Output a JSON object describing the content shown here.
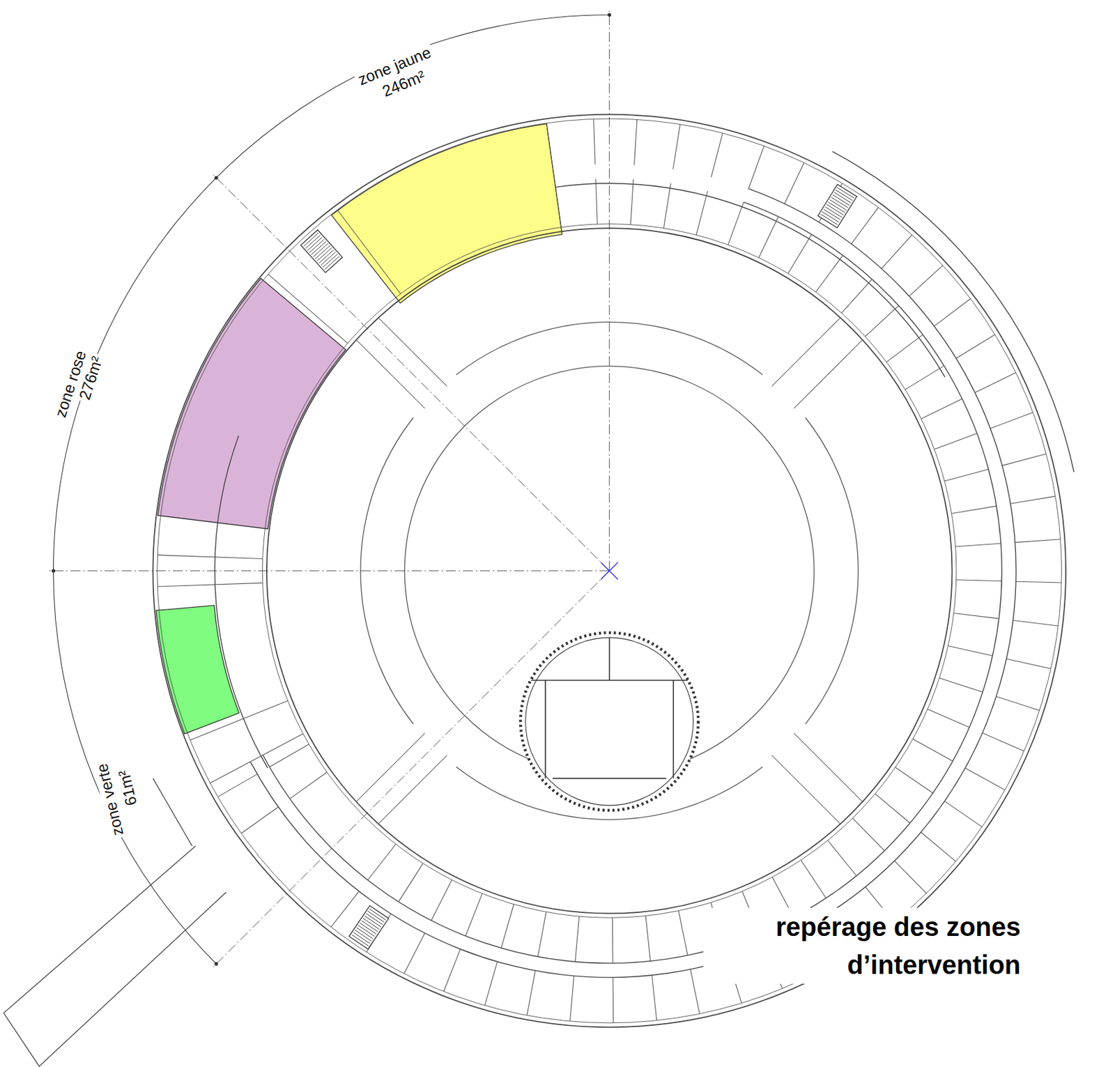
{
  "diagram": {
    "title": "repérage des zones d’intervention",
    "labels": [
      "zone jaune",
      "246m²",
      "zone rose",
      "276m²",
      "zone verte",
      "61m²"
    ]
  }
}
